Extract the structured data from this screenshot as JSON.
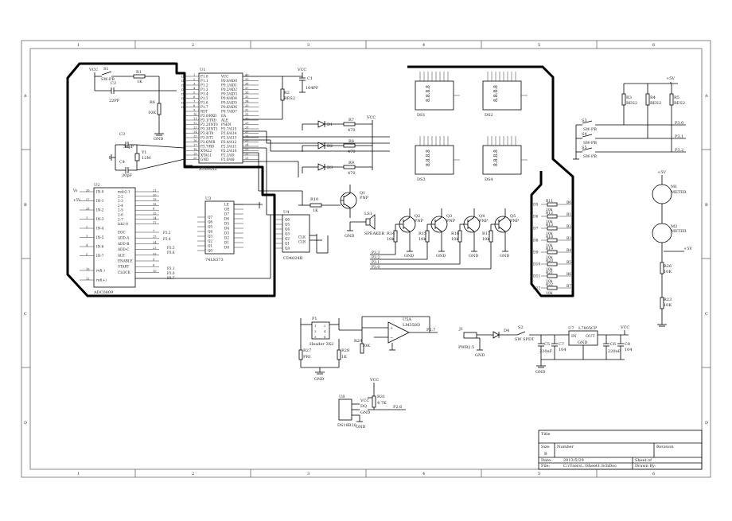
{
  "border": {
    "cols": [
      "1",
      "2",
      "3",
      "4",
      "5",
      "6"
    ],
    "rows": [
      "A",
      "B",
      "C",
      "D"
    ]
  },
  "title_block": {
    "title_label": "Title",
    "size_label": "Size",
    "size_value": "B",
    "number_label": "Number",
    "revision_label": "Revision",
    "date_label": "Date:",
    "date_value": "2013/5/29",
    "file_label": "File:",
    "file_value": "C:\\Users\\..\\Sheet1.SchDoc",
    "sheet_label": "Sheet    of",
    "drawn_label": "Drawn By:"
  },
  "mcu": {
    "ref": "U1",
    "part": "AT89S52",
    "left_pins": [
      "P1.0",
      "P1.1",
      "P1.2",
      "P1.3",
      "P1.4",
      "P1.5",
      "P1.6",
      "P1.7",
      "RST",
      "P3.0/RXD",
      "P3.1/TXD",
      "P3.2/INT0",
      "P3.3/INT1",
      "P3.4/T0",
      "P3.5/T1",
      "P3.6/WR",
      "P3.7/RD",
      "XTAL2",
      "XTAL1",
      "GND"
    ],
    "right_pins": [
      "VCC",
      "P0.0/AD0",
      "P0.1/AD1",
      "P0.2/AD2",
      "P0.3/AD3",
      "P0.4/AD4",
      "P0.5/AD5",
      "P0.6/AD6",
      "P0.7/AD7",
      "EA",
      "ALE",
      "PSEN",
      "P2.7/A15",
      "P2.6/A14",
      "P2.5/A13",
      "P2.4/A12",
      "P2.3/A11",
      "P2.2/A10",
      "P2.1/A9",
      "P2.0/A8"
    ],
    "left_nums": [
      "1",
      "2",
      "3",
      "4",
      "5",
      "6",
      "7",
      "8",
      "9",
      "10",
      "11",
      "12",
      "13",
      "14",
      "15",
      "16",
      "17",
      "18",
      "19",
      "20"
    ],
    "right_nums": [
      "40",
      "39",
      "38",
      "37",
      "36",
      "35",
      "34",
      "33",
      "32",
      "31",
      "30",
      "29",
      "28",
      "27",
      "26",
      "25",
      "24",
      "23",
      "22",
      "21"
    ],
    "d_labels": [
      "D0",
      "D1",
      "D2",
      "D3",
      "D4",
      "D5",
      "D6",
      "D7"
    ]
  },
  "adc": {
    "ref": "U2",
    "part": "ADC0809",
    "left_pins": [
      "IN-0",
      "IN-1",
      "IN-2",
      "IN-3",
      "IN-4",
      "IN-5",
      "IN-6",
      "IN-7",
      "ref(-)",
      "ref(+)"
    ],
    "left_nums": [
      "26",
      "27",
      "28",
      "1",
      "2",
      "3",
      "4",
      "5",
      "16",
      "12"
    ],
    "right_pins": [
      "msb2-1",
      "2-2",
      "2-3",
      "2-4",
      "2-5",
      "2-6",
      "2-7",
      "lsb2-8",
      "EOC",
      "ADD-A",
      "ADD-B",
      "ADD-C",
      "ALE",
      "ENABLE",
      "START",
      "CLOCK"
    ],
    "right_nums": [
      "21",
      "20",
      "19",
      "18",
      "8",
      "15",
      "14",
      "17",
      "7",
      "25",
      "24",
      "23",
      "22",
      "9",
      "6",
      "10"
    ],
    "net_labels": [
      "P3.2",
      "P3.4",
      "P3.5",
      "P3.6",
      "P3.1",
      "P3.0",
      "P3.7"
    ],
    "vcc_labels": [
      "Vo",
      "+5V"
    ]
  },
  "latch": {
    "ref": "U3",
    "part": "74LS373",
    "left_pins": [
      "Q7",
      "Q6",
      "Q5",
      "Q4",
      "Q3",
      "Q2",
      "Q1",
      "Q0"
    ],
    "right_pins": [
      "LE",
      "OE",
      "D7",
      "D6",
      "D5",
      "D4",
      "D3",
      "D2",
      "D1",
      "D0"
    ]
  },
  "counter": {
    "ref": "U4",
    "part": "CD4024B",
    "left_pins": [
      "Q6",
      "Q5",
      "Q4",
      "Q3",
      "Q2",
      "Q1",
      "QA"
    ],
    "right_pins": [
      "CLK",
      "CLR"
    ]
  },
  "osc": {
    "c1": "C1",
    "c1_val": "104PF",
    "s1": "S1",
    "s1_type": "SW-PB",
    "r1": "R1",
    "r1_val": "1K",
    "c2": "C2",
    "c2_val": "22PF",
    "r6": "R6",
    "r6_val": "10K",
    "r2": "R2",
    "r2_val": "RES2",
    "c3": "C3",
    "c3_val": "30pF",
    "c4": "C4",
    "c4_val": "30pF",
    "y1": "Y1",
    "y1_val": "12M",
    "vcc": "VCC",
    "gnd": "GND"
  },
  "leds": {
    "items": [
      {
        "ref": "D1",
        "r": "R7",
        "val": "470"
      },
      {
        "ref": "D2",
        "r": "R8",
        "val": "470"
      },
      {
        "ref": "D3",
        "r": "R9",
        "val": "470"
      }
    ],
    "vcc": "VCC"
  },
  "buzzer": {
    "q1": "Q1",
    "q1_type": "PNP",
    "r10": "R10",
    "r10_val": "1K",
    "ls1": "LS1",
    "speaker": "SPEAKER",
    "gnd": "GND"
  },
  "displays": {
    "items": [
      "DS1",
      "DS2",
      "DS3",
      "DS4"
    ],
    "seg_label": "8.8.8.8"
  },
  "drivers": {
    "items": [
      {
        "q": "Q2",
        "r": "R14",
        "val": "10k"
      },
      {
        "q": "Q3",
        "r": "R15",
        "val": "10k"
      },
      {
        "q": "Q4",
        "r": "R16",
        "val": "10k"
      },
      {
        "q": "Q5",
        "r": "R17",
        "val": "10k"
      }
    ],
    "type": "PNP",
    "nets": [
      "P3.3",
      "P3.2",
      "P3.1",
      "P3.0"
    ],
    "gnd": "GND"
  },
  "seg_res": {
    "items": [
      {
        "d": "D5",
        "r": "R11",
        "val": "10k",
        "net": "B0"
      },
      {
        "d": "D6",
        "r": "R12",
        "val": "10k",
        "net": "B1"
      },
      {
        "d": "D7",
        "r": "R13",
        "val": "10k",
        "net": "B2"
      },
      {
        "d": "D8",
        "r": "R18",
        "val": "10k",
        "net": "B3"
      },
      {
        "d": "D9",
        "r": "R19",
        "val": "10k",
        "net": "B4"
      },
      {
        "d": "D10",
        "r": "R20",
        "val": "10k",
        "net": "B5"
      },
      {
        "d": "D11",
        "r": "R21",
        "val": "10k",
        "net": "B6"
      },
      {
        "d": "D12",
        "r": "R22",
        "val": "10k",
        "net": "B7"
      }
    ]
  },
  "keys": {
    "items": [
      {
        "s": "S3",
        "r": "R3",
        "net": "P3.0"
      },
      {
        "s": "S4",
        "r": "R4",
        "net": "P3.1"
      },
      {
        "s": "S5",
        "r": "R5",
        "net": "P3.2"
      }
    ],
    "r_val": "RES2",
    "sw_type": "SW-PB",
    "vcc": "+5V"
  },
  "meters": {
    "m1": "M1",
    "m2": "M2",
    "meter": "METER",
    "r26": "R26",
    "r26_val": "10K",
    "r23": "R23",
    "r23_val": "10K",
    "vcc": "+5V"
  },
  "opamp": {
    "p1": "P1",
    "header": "Header 3X2",
    "u5": "U5A",
    "part": "LM358D",
    "r27": "R27",
    "r27_val": "PR1",
    "r28": "R28",
    "r28_val": "1K",
    "r29": "R29",
    "r29_val": "10K",
    "out_net": "P2.7",
    "gnd": "GND",
    "pins": [
      "1",
      "2",
      "3",
      "4",
      "5",
      "6"
    ]
  },
  "power": {
    "j1": "J1",
    "j1_type": "PWR2.5",
    "d4": "D4",
    "s2": "S2",
    "s2_type": "SW SPDT",
    "u7": "U7",
    "u7_part": "L7805CP",
    "in": "IN",
    "out": "OUT",
    "gnd": "GND",
    "c5": "C5",
    "c5_val": "220uF",
    "c7": "C7",
    "c7_val": "104",
    "c6": "C6",
    "c6_val": "220uF",
    "c8": "C8",
    "c8_val": "104",
    "vcc": "VCC"
  },
  "sensor": {
    "u8": "U8",
    "part": "DS18B20",
    "r31": "R31",
    "r31_val": "4.7K",
    "vcc": "VCC",
    "dq": "DQ",
    "gnd": "GND",
    "net": "P2.6"
  }
}
